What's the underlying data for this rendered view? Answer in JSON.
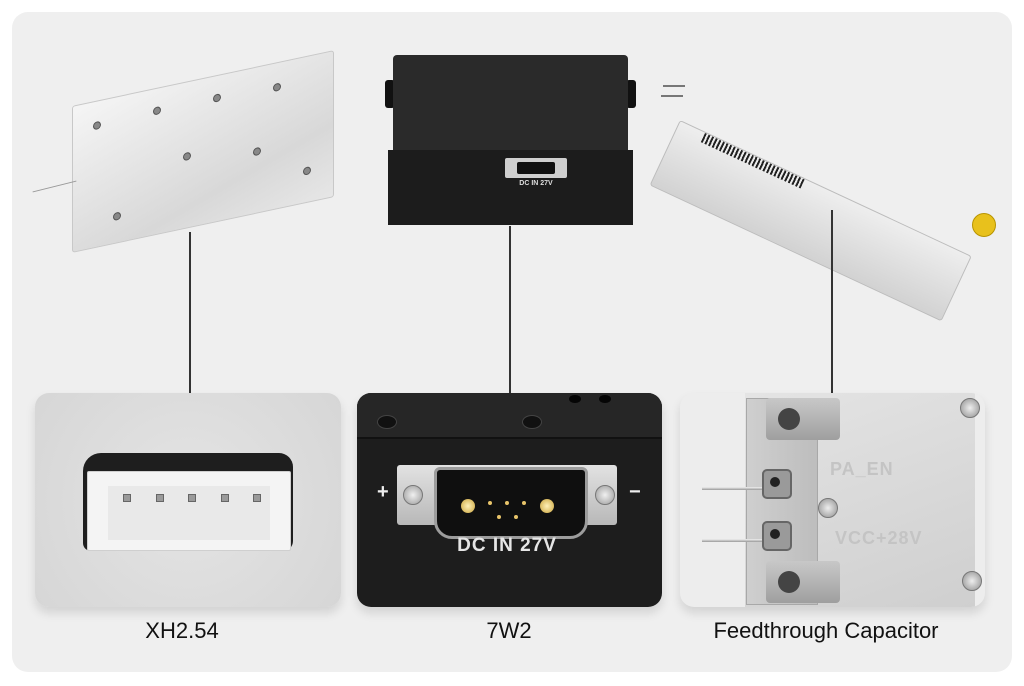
{
  "colors": {
    "panel_background": "#efefef",
    "connector_line": "#333333",
    "caption_text": "#111111",
    "black_card": "#1d1d1d",
    "sma_cap": "#e8c11c"
  },
  "items": [
    {
      "caption": "XH2.54",
      "product": "silver-rf-power-amplifier-module",
      "detail": "xh2.54-5-pin-connector"
    },
    {
      "caption": "7W2",
      "product": "black-enclosure-amplifier",
      "detail": "7w2-d-sub-power-connector",
      "detail_labels": {
        "plus": "+",
        "minus": "−",
        "connector_label": "DC IN 27V"
      },
      "product_label": "DC IN 27V"
    },
    {
      "caption": "Feedthrough Capacitor",
      "product": "long-silver-amplifier-with-sma",
      "detail": "feedthrough-capacitor-pins",
      "detail_labels": {
        "top": "PA_EN",
        "bottom": "VCC+28V"
      }
    }
  ]
}
